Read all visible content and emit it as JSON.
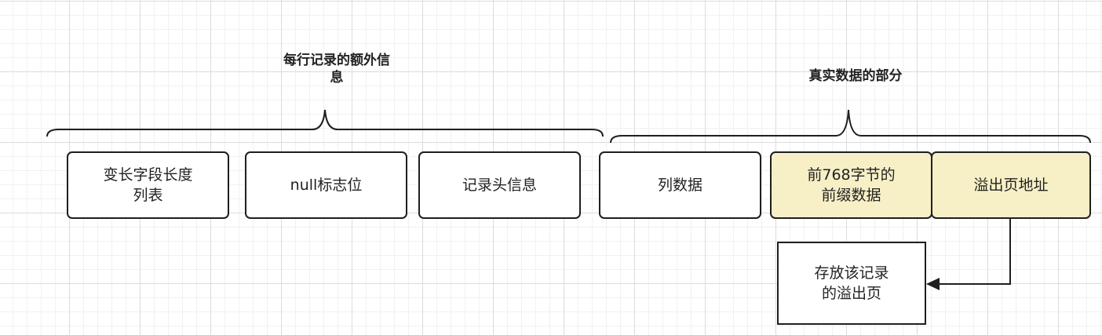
{
  "groups": {
    "extra_info": {
      "label": "每行记录的额外信\n息"
    },
    "real_data": {
      "label": "真实数据的部分"
    }
  },
  "fields": {
    "varlen_list": "变长字段长度\n列表",
    "null_flags": "null标志位",
    "record_header": "记录头信息",
    "column_data": "列数据",
    "prefix_768": "前768字节的\n前缀数据",
    "overflow_addr": "溢出页地址",
    "overflow_page": "存放该记录\n的溢出页"
  },
  "colors": {
    "highlight_fill": "#f7efc6",
    "stroke": "#1f1f1f"
  }
}
